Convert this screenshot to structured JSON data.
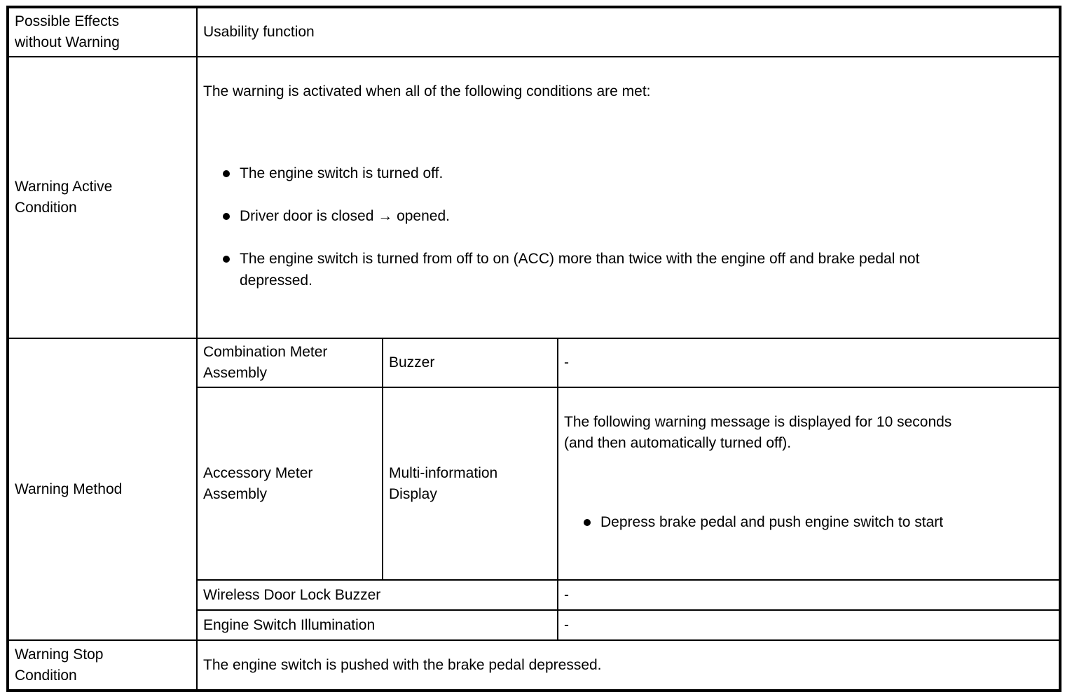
{
  "table": {
    "possible_effects": {
      "label": "Possible Effects\nwithout Warning",
      "value": "Usability function"
    },
    "warning_active": {
      "label": "Warning Active\nCondition",
      "intro": "The warning is activated when all of the following conditions are met:",
      "bullets": [
        "The engine switch is turned off.",
        "Driver door is closed → opened.",
        "The engine switch is turned from off to on (ACC) more than twice with the engine off and brake pedal not\ndepressed."
      ]
    },
    "warning_method": {
      "label": "Warning Method",
      "entries": [
        {
          "component": "Combination Meter\nAssembly",
          "part": "Buzzer",
          "description": "-"
        },
        {
          "component": "Accessory Meter\nAssembly",
          "part": "Multi-information\nDisplay",
          "description_intro": "The following warning message is displayed for 10 seconds\n(and then automatically turned off).",
          "description_bullets": [
            "Depress brake pedal and push engine switch to start"
          ]
        },
        {
          "component": "Wireless Door Lock Buzzer",
          "description": "-"
        },
        {
          "component": "Engine Switch Illumination",
          "description": "-"
        }
      ]
    },
    "warning_stop": {
      "label": "Warning Stop\nCondition",
      "value": "The engine switch is pushed with the brake pedal depressed."
    }
  }
}
